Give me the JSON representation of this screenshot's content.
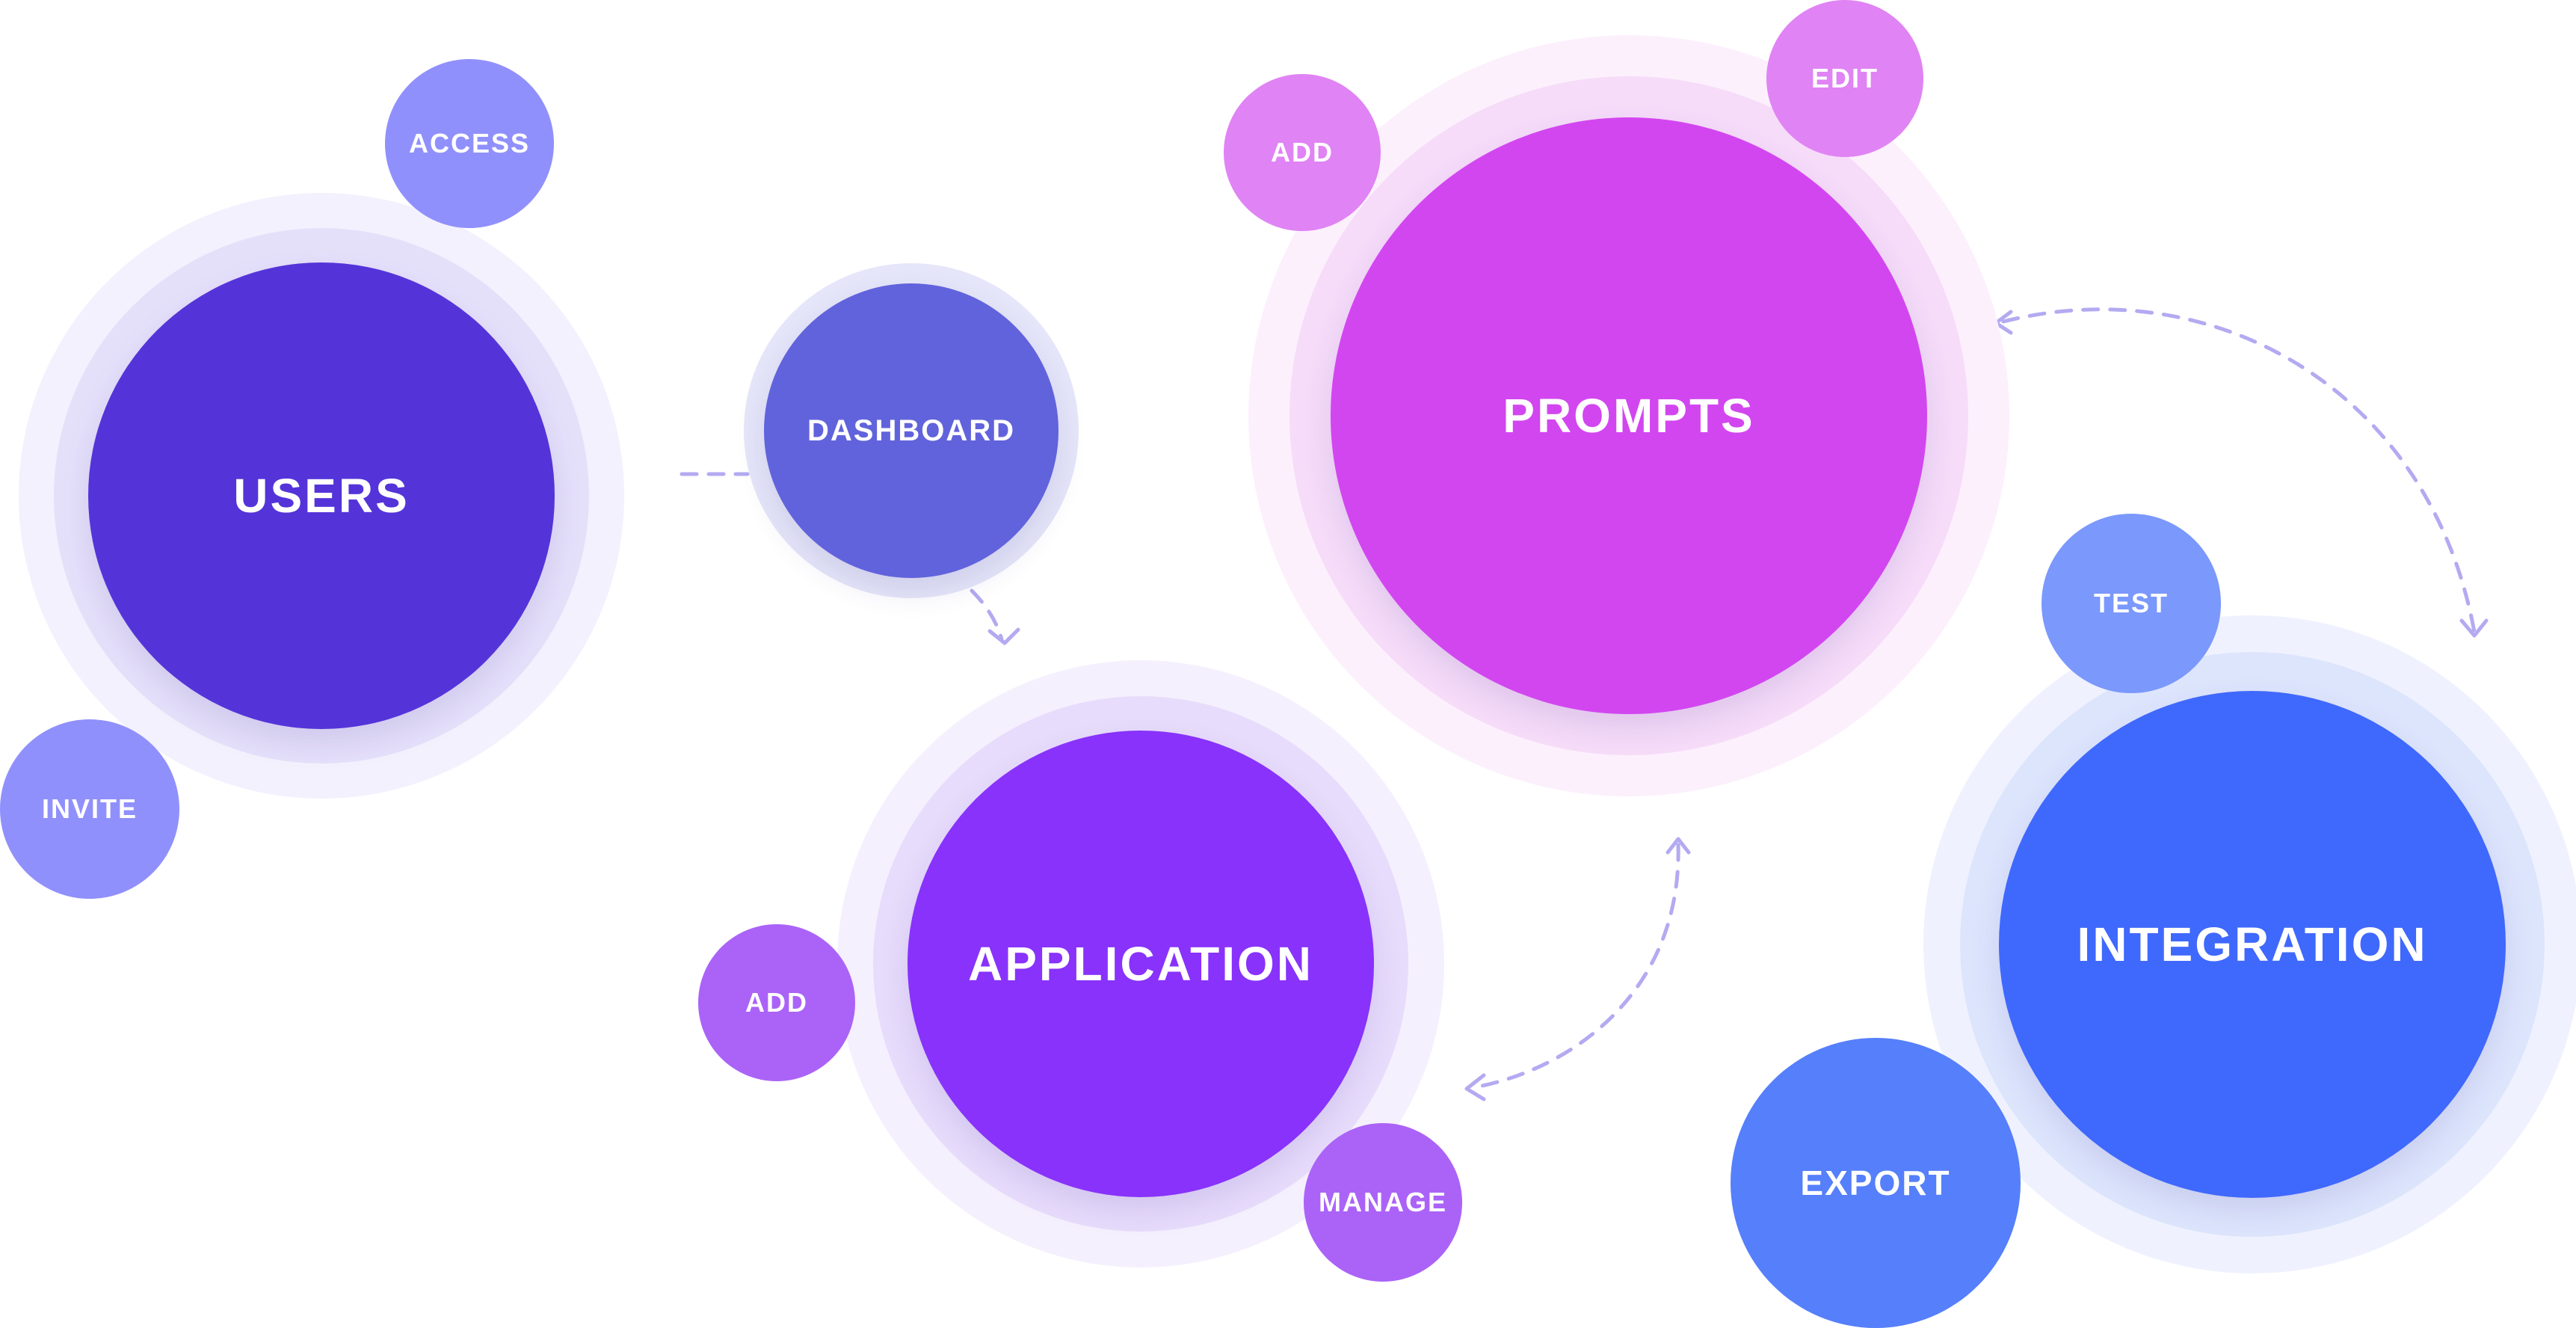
{
  "colors": {
    "users": "#5434d9",
    "dashboard": "#6163dc",
    "application": "#8832fb",
    "prompts": "#d246f0",
    "integration": "#3f68fd",
    "lavender": "#9090fc",
    "pink_light": "#e083f4",
    "violet_light": "#ab63f7",
    "blue_light": "#7b98fc",
    "blue_mid": "#557ffb",
    "connector": "#b3aaf1"
  },
  "nodes": {
    "users": {
      "label": "USERS"
    },
    "access": {
      "label": "ACCESS"
    },
    "invite": {
      "label": "INVITE"
    },
    "dashboard": {
      "label": "DASHBOARD"
    },
    "application": {
      "label": "APPLICATION"
    },
    "application_add": {
      "label": "ADD"
    },
    "application_manage": {
      "label": "MANAGE"
    },
    "prompts": {
      "label": "PROMPTS"
    },
    "prompts_add": {
      "label": "ADD"
    },
    "prompts_edit": {
      "label": "EDIT"
    },
    "integration": {
      "label": "INTEGRATION"
    },
    "test": {
      "label": "TEST"
    },
    "export": {
      "label": "EXPORT"
    }
  }
}
